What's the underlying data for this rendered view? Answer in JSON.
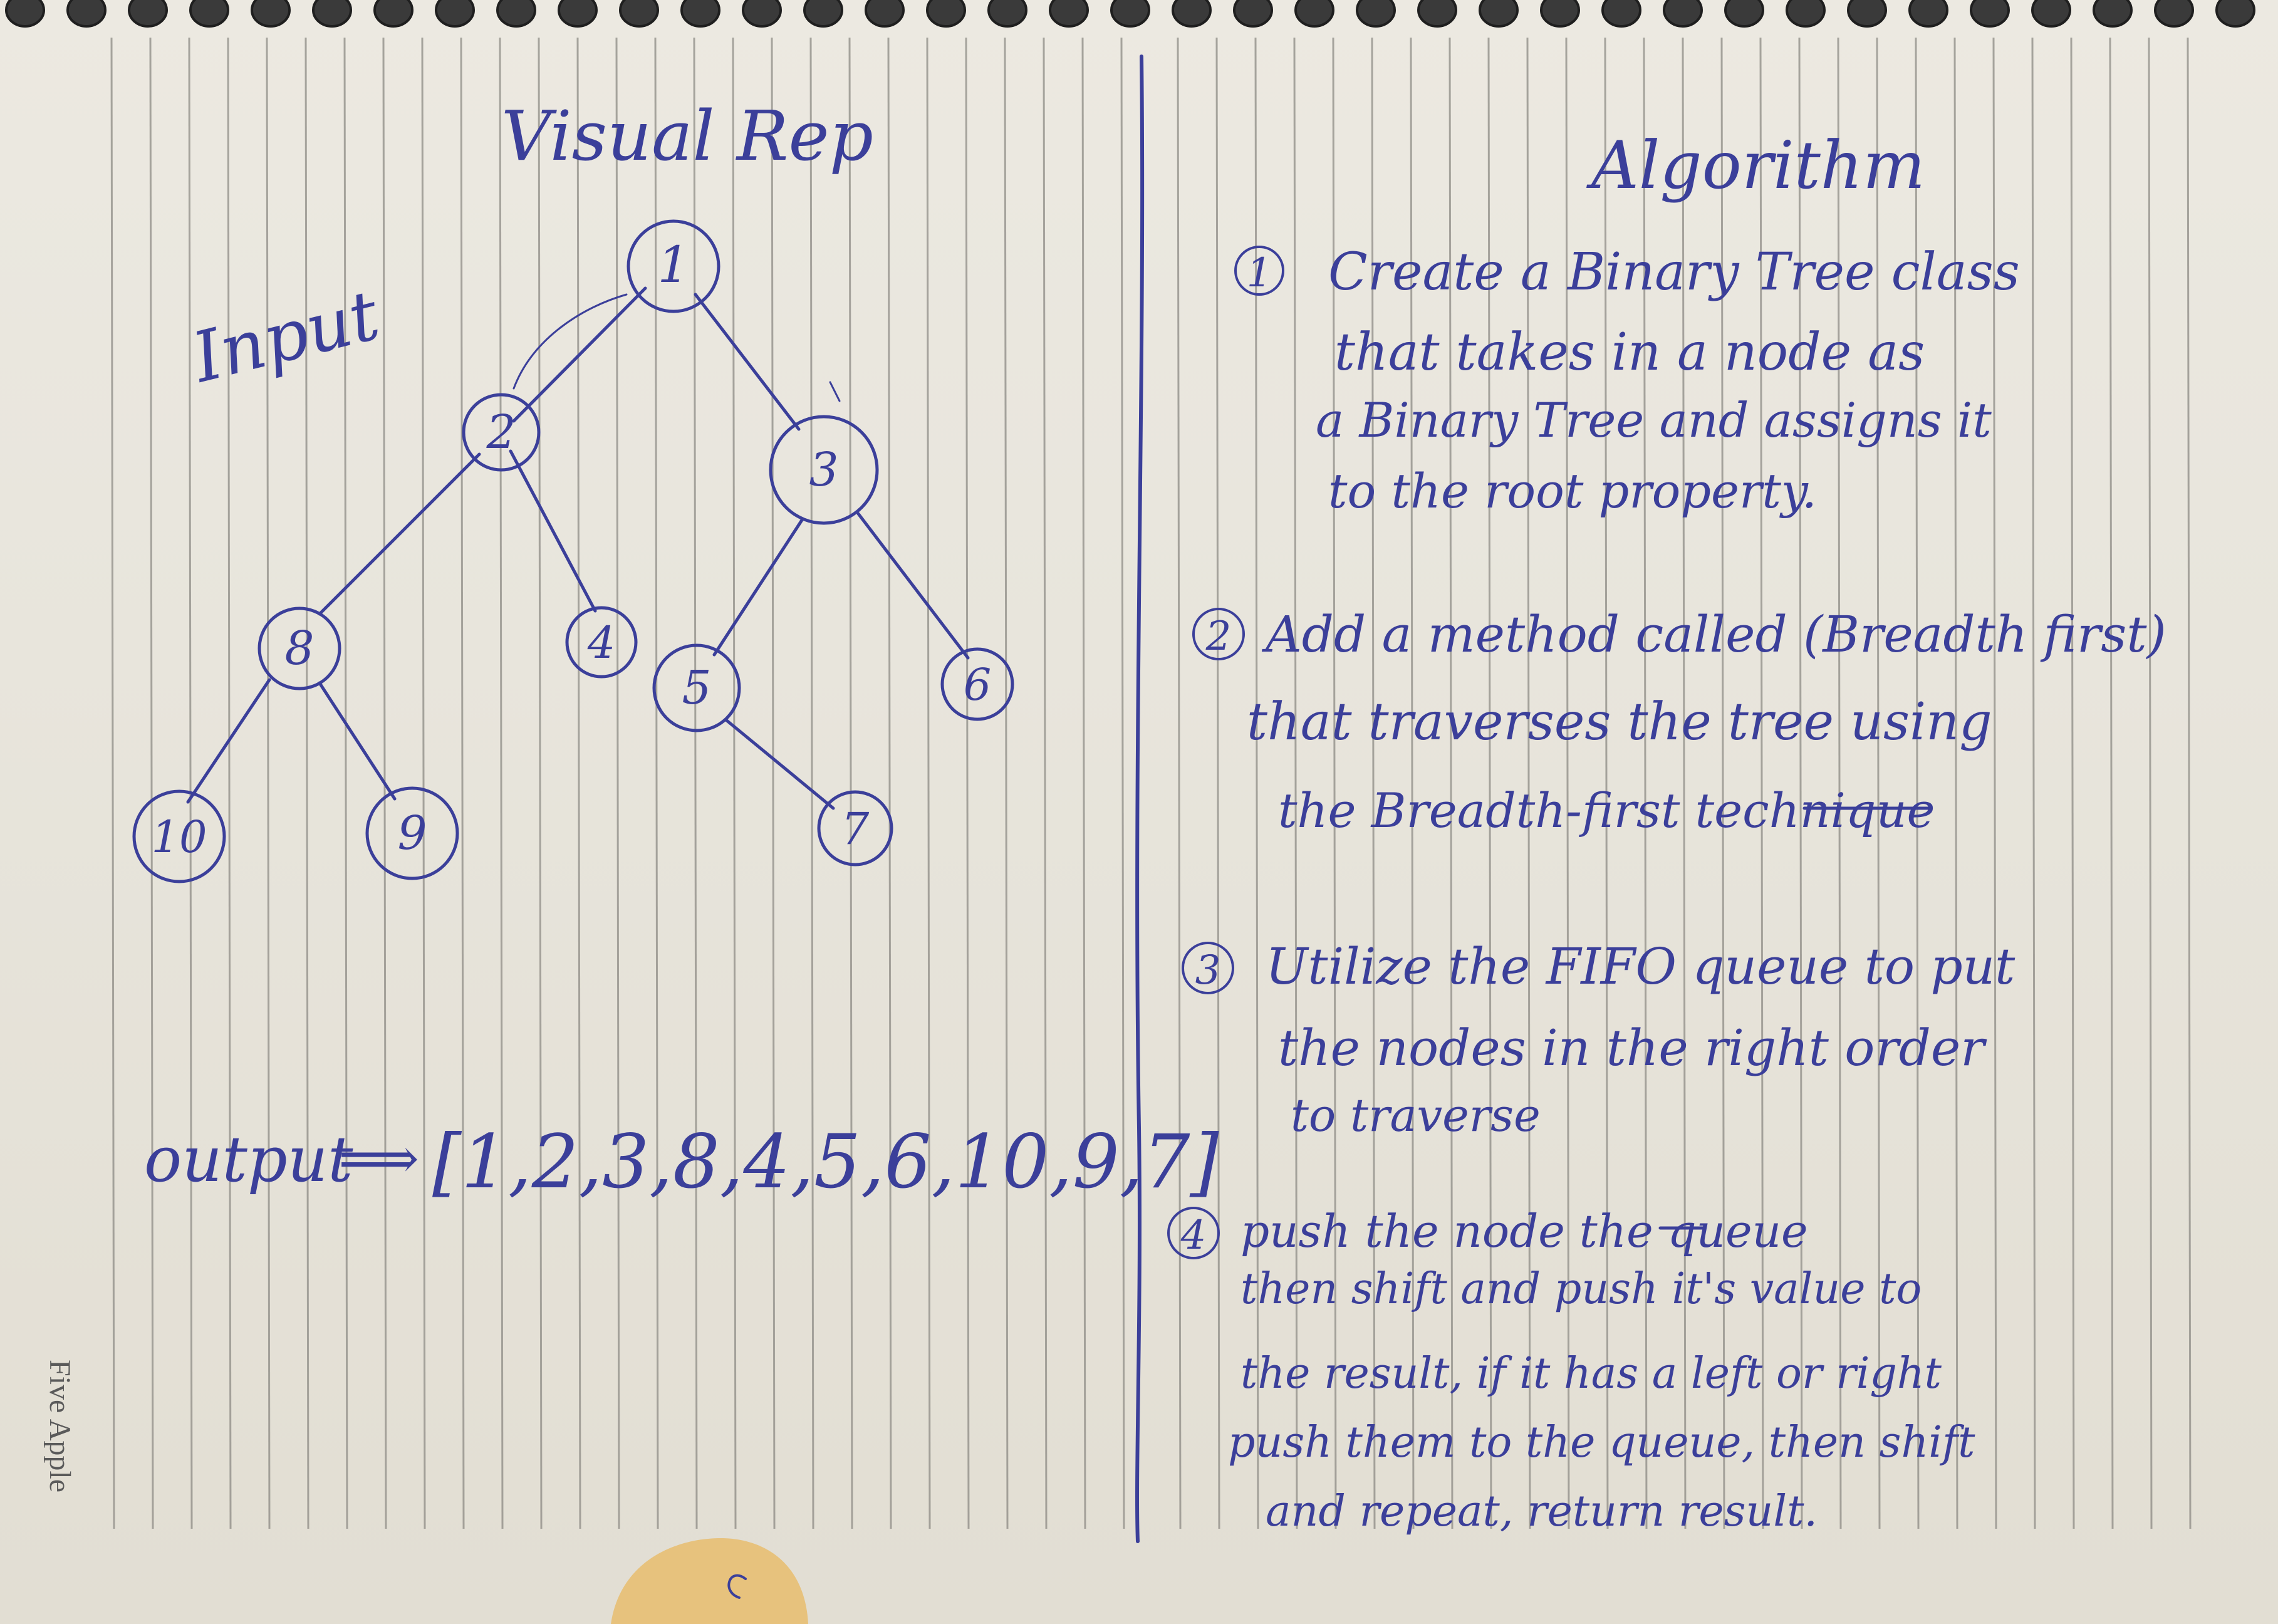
{
  "left_page": {
    "title": "Visual Rep",
    "input_label": "Input",
    "tree": {
      "nodes": [
        "1",
        "2",
        "3",
        "8",
        "4",
        "5",
        "6",
        "10",
        "9",
        "7"
      ],
      "edges": [
        [
          "1",
          "2"
        ],
        [
          "1",
          "3"
        ],
        [
          "2",
          "8"
        ],
        [
          "2",
          "4"
        ],
        [
          "3",
          "5"
        ],
        [
          "3",
          "6"
        ],
        [
          "8",
          "10"
        ],
        [
          "8",
          "9"
        ],
        [
          "5",
          "7"
        ]
      ]
    },
    "output_label": "output",
    "output_arrow": "⟹",
    "output_value": "[1,2,3,8,4,5,6,10,9,7]"
  },
  "right_page": {
    "title": "Algorithm",
    "steps": [
      {
        "number": "1",
        "lines": [
          "Create a Binary Tree class",
          "that takes in a node as",
          "a Binary Tree and assigns it",
          "to the root property."
        ]
      },
      {
        "number": "2",
        "lines": [
          "Add a method called (Breadth first)",
          "that traverses the tree using",
          "the Breadth-first technique"
        ]
      },
      {
        "number": "3",
        "lines": [
          "Utilize the FIFO queue to put",
          "the nodes in the right order",
          "to traverse"
        ]
      },
      {
        "number": "4",
        "lines": [
          "push the node the queue",
          "then shift and push it's value to",
          "the result, if it has a left or right",
          "push them to the queue, then shift",
          "and repeat, return result."
        ]
      }
    ]
  },
  "brand": "Five Apple",
  "colors": {
    "ink": "#3b3f9a",
    "paper": "#eae7de",
    "rule": "#8e8c86",
    "tab": "#e7c27d"
  }
}
